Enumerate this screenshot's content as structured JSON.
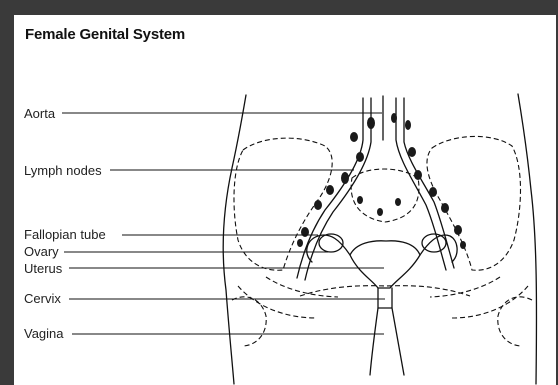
{
  "figure": {
    "title": "Female Genital System",
    "labels": [
      {
        "id": "aorta",
        "text": "Aorta"
      },
      {
        "id": "lymph-nodes",
        "text": "Lymph nodes"
      },
      {
        "id": "fallopian-tube",
        "text": "Fallopian tube"
      },
      {
        "id": "ovary",
        "text": "Ovary"
      },
      {
        "id": "uterus",
        "text": "Uterus"
      },
      {
        "id": "cervix",
        "text": "Cervix"
      },
      {
        "id": "vagina",
        "text": "Vagina"
      }
    ]
  },
  "colors": {
    "frame": "#3a3a3a",
    "ink": "#111111",
    "node_fill": "#1a1a1a",
    "background": "#ffffff"
  }
}
